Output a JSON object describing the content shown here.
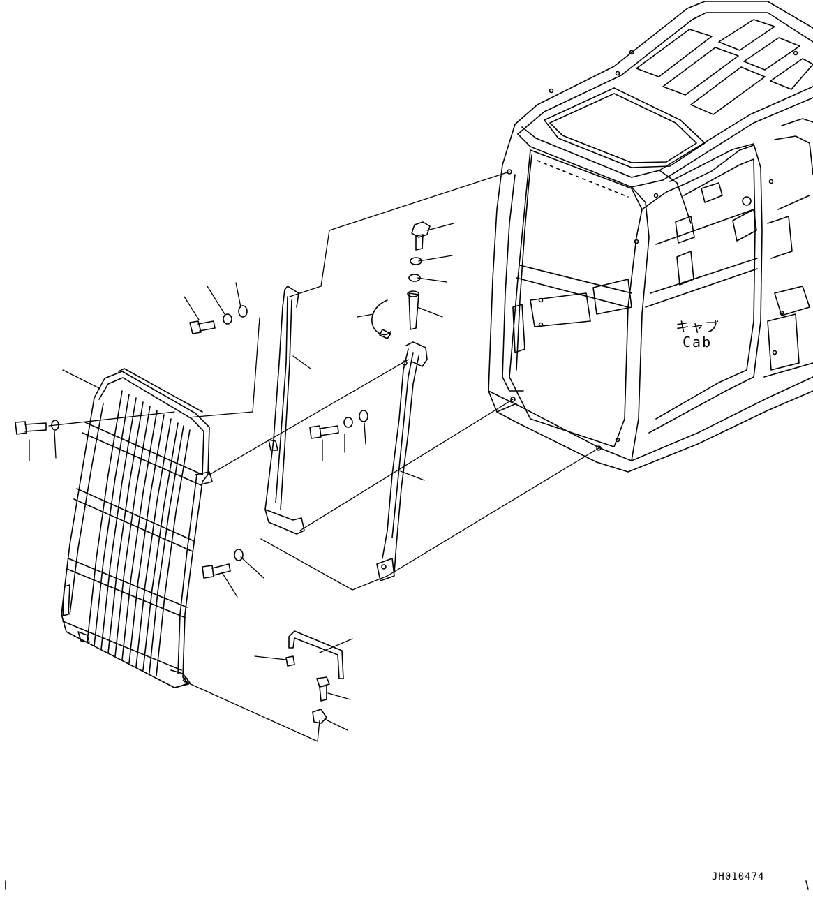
{
  "labels": {
    "cab_japanese": "キャブ",
    "cab_english": "Cab",
    "drawing_code": "JH010474"
  }
}
